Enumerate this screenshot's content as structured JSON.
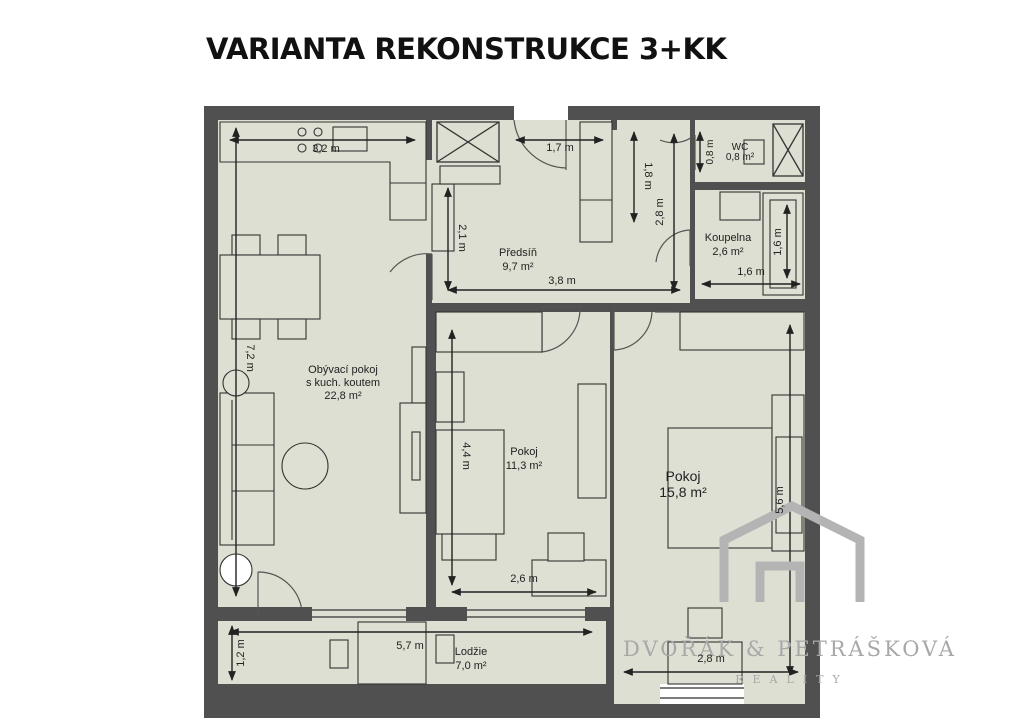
{
  "title": "VARIANTA REKONSTRUKCE 3+KK",
  "colors": {
    "wall": "#505050",
    "floor": "#dcdfd2",
    "line": "#222222",
    "furniture_fill": "#dde0d3",
    "watermark": "#b4b4b4"
  },
  "rooms": {
    "living": {
      "name_line1": "Obývací pokoj",
      "name_line2": "s kuch. koutem",
      "area": "22,8 m²",
      "dims": [
        "3,2 m",
        "7,2 m"
      ]
    },
    "hall": {
      "name": "Předsíň",
      "area": "9,7 m²",
      "dims": [
        "1,7 m",
        "2,1 m",
        "3,8 m",
        "1,8 m",
        "2,8 m"
      ]
    },
    "wc": {
      "name": "WC",
      "area": "0,8 m²",
      "dims": [
        "0,8 m"
      ]
    },
    "bathroom": {
      "name": "Koupelna",
      "area": "2,6 m²",
      "dims": [
        "1,6 m",
        "1,6 m"
      ]
    },
    "room_small": {
      "name": "Pokoj",
      "area": "11,3 m²",
      "dims": [
        "4,4 m",
        "2,6 m"
      ]
    },
    "room_large": {
      "name": "Pokoj",
      "area": "15,8 m²",
      "dims": [
        "5,6 m",
        "2,8 m"
      ]
    },
    "loggia": {
      "name": "Lodžie",
      "area": "7,0 m²",
      "dims": [
        "5,7 m",
        "1,2 m"
      ]
    }
  },
  "watermark": {
    "name": "DVOŘÁK & PETRÁŠKOVÁ",
    "tagline": "REALITY"
  }
}
